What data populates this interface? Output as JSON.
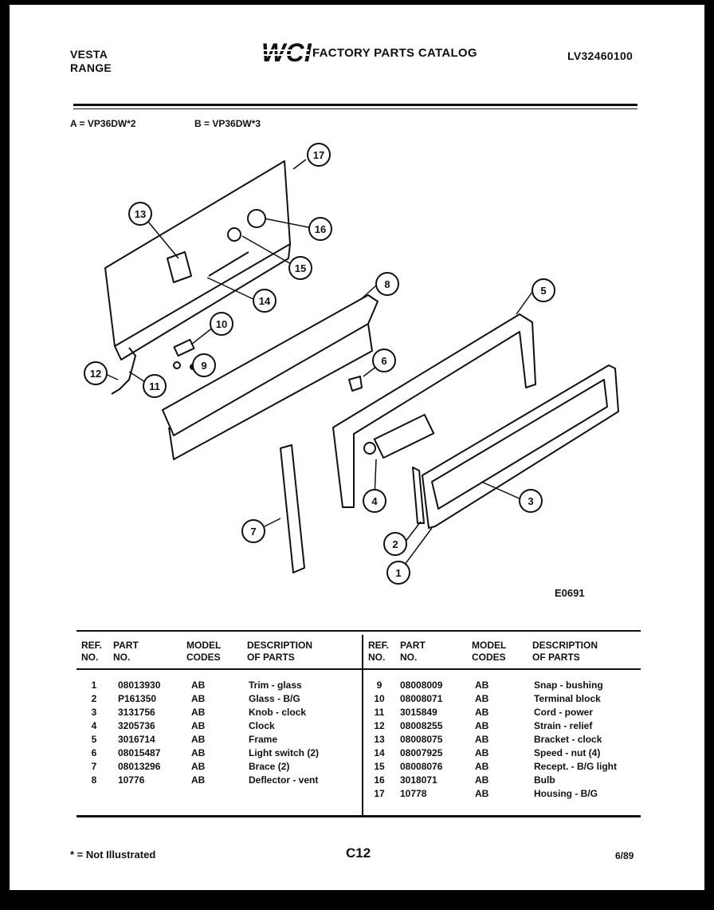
{
  "header": {
    "brand_line1": "VESTA",
    "brand_line2": "RANGE",
    "logo_text": "WCI",
    "catalog_title": "FACTORY PARTS CATALOG",
    "catalog_code": "LV32460100"
  },
  "models": {
    "a": "A = VP36DW*2",
    "b": "B = VP36DW*3"
  },
  "diagram": {
    "figure_code": "E0691",
    "callouts": [
      "1",
      "2",
      "3",
      "4",
      "5",
      "6",
      "7",
      "8",
      "9",
      "10",
      "11",
      "12",
      "13",
      "14",
      "15",
      "16",
      "17"
    ]
  },
  "table": {
    "headers": {
      "ref": "REF.\nNO.",
      "part": "PART\nNO.",
      "codes": "MODEL\nCODES",
      "desc": "DESCRIPTION\nOF PARTS"
    },
    "left_rows": [
      {
        "ref": "1",
        "part": "08013930",
        "codes": "AB",
        "desc": "Trim - glass"
      },
      {
        "ref": "2",
        "part": "P161350",
        "codes": "AB",
        "desc": "Glass - B/G"
      },
      {
        "ref": "3",
        "part": "3131756",
        "codes": "AB",
        "desc": "Knob - clock"
      },
      {
        "ref": "4",
        "part": "3205736",
        "codes": "AB",
        "desc": "Clock"
      },
      {
        "ref": "5",
        "part": "3016714",
        "codes": "AB",
        "desc": "Frame"
      },
      {
        "ref": "6",
        "part": "08015487",
        "codes": "AB",
        "desc": "Light switch (2)"
      },
      {
        "ref": "7",
        "part": "08013296",
        "codes": "AB",
        "desc": "Brace (2)"
      },
      {
        "ref": "8",
        "part": "10776",
        "codes": "AB",
        "desc": "Deflector - vent"
      }
    ],
    "right_rows": [
      {
        "ref": "9",
        "part": "08008009",
        "codes": "AB",
        "desc": "Snap - bushing"
      },
      {
        "ref": "10",
        "part": "08008071",
        "codes": "AB",
        "desc": "Terminal block"
      },
      {
        "ref": "11",
        "part": "3015849",
        "codes": "AB",
        "desc": "Cord - power"
      },
      {
        "ref": "12",
        "part": "08008255",
        "codes": "AB",
        "desc": "Strain - relief"
      },
      {
        "ref": "13",
        "part": "08008075",
        "codes": "AB",
        "desc": "Bracket - clock"
      },
      {
        "ref": "14",
        "part": "08007925",
        "codes": "AB",
        "desc": "Speed - nut (4)"
      },
      {
        "ref": "15",
        "part": "08008076",
        "codes": "AB",
        "desc": "Recept. - B/G light"
      },
      {
        "ref": "16",
        "part": "3018071",
        "codes": "AB",
        "desc": "Bulb"
      },
      {
        "ref": "17",
        "part": "10778",
        "codes": "AB",
        "desc": "Housing - B/G"
      }
    ]
  },
  "footer": {
    "note": "* = Not Illustrated",
    "page": "C12",
    "date": "6/89"
  }
}
